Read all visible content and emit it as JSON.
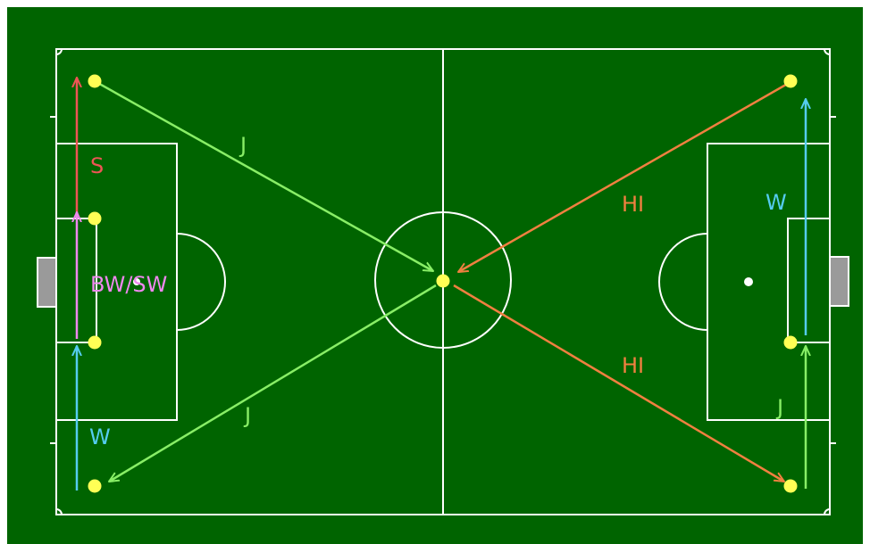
{
  "colors": {
    "background": "#ffffff",
    "grass": "#006400",
    "line": "#ffffff",
    "goal": "#9a9a9a",
    "player": "#ffff55",
    "green_arrow": "#88ee66",
    "orange_arrow": "#f08040",
    "red_arrow": "#ee5555",
    "pink_arrow": "#ee88ee",
    "blue_arrow": "#55ccf0"
  },
  "labels": {
    "j_top": "J",
    "j_bottom": "J",
    "j_right": "J",
    "hi_top": "HI",
    "hi_bottom": "HI",
    "s_left": "S",
    "bwsw_left": "BW/SW",
    "w_left": "W",
    "w_right": "W"
  }
}
